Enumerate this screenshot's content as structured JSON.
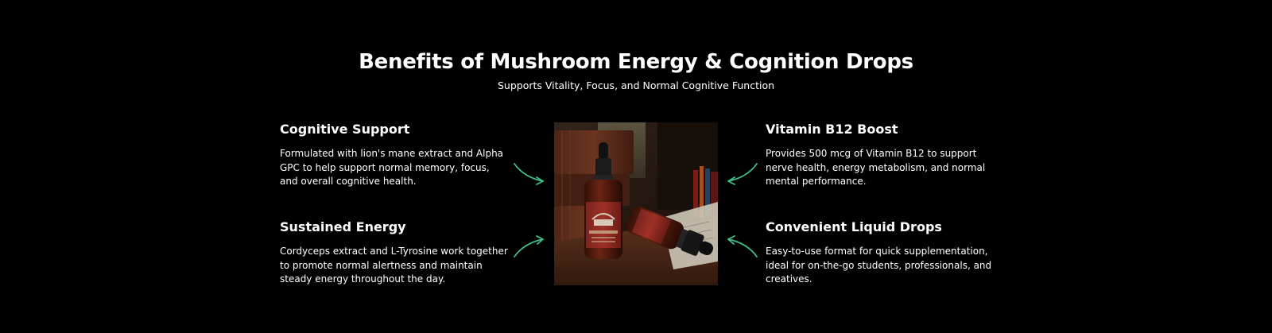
{
  "header": {
    "title": "Benefits of Mushroom Energy & Cognition Drops",
    "subtitle": "Supports Vitality, Focus, and Normal Cognitive Function"
  },
  "benefits": {
    "cognitive": {
      "title": "Cognitive Support",
      "description": "Formulated with lion's mane extract and Alpha GPC to help support normal memory, focus, and overall cognitive health."
    },
    "energy": {
      "title": "Sustained Energy",
      "description": "Cordyceps extract and L-Tyrosine work together to promote normal alertness and maintain steady energy throughout the day."
    },
    "b12": {
      "title": "Vitamin B12 Boost",
      "description": "Provides 500 mcg of Vitamin B12 to support nerve health, energy metabolism, and normal mental performance."
    },
    "drops": {
      "title": "Convenient Liquid Drops",
      "description": "Easy-to-use format for quick supplementation, ideal for on-the-go students, professionals, and creatives."
    }
  },
  "colors": {
    "background": "#000000",
    "text": "#ffffff",
    "arrow": "#3fbf8a"
  },
  "icons": {
    "arrow": "curved-arrow-icon"
  }
}
